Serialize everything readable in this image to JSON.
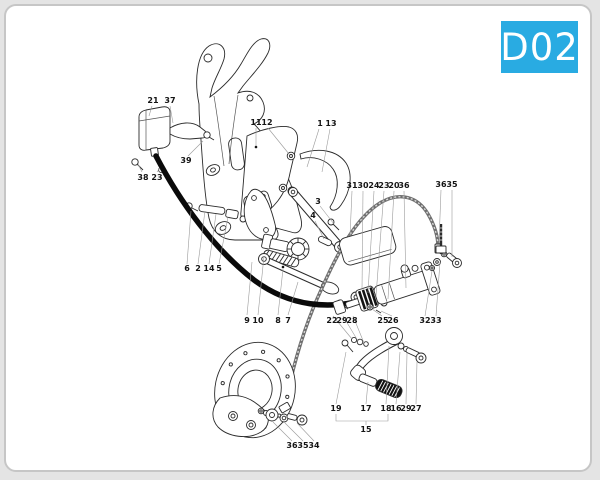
{
  "window": {
    "badge_label": "D02",
    "badge_color": "#29abe2",
    "card_background": "#ffffff",
    "card_border_color": "#c6c6c6",
    "line_color": "#2b2b2b"
  },
  "diagram": {
    "kind": "exploded-parts-line-drawing",
    "subject": "rear-brake-and-footpeg-assembly",
    "labels": [
      {
        "text": "21"
      },
      {
        "text": "37"
      },
      {
        "text": "38"
      },
      {
        "text": "23"
      },
      {
        "text": "39"
      },
      {
        "text": "11"
      },
      {
        "text": "12"
      },
      {
        "text": "1"
      },
      {
        "text": "13"
      },
      {
        "text": "3"
      },
      {
        "text": "4"
      },
      {
        "text": "6"
      },
      {
        "text": "2"
      },
      {
        "text": "14"
      },
      {
        "text": "5"
      },
      {
        "text": "9"
      },
      {
        "text": "10"
      },
      {
        "text": "8"
      },
      {
        "text": "7"
      },
      {
        "text": "22"
      },
      {
        "text": "29"
      },
      {
        "text": "28"
      },
      {
        "text": "25"
      },
      {
        "text": "26"
      },
      {
        "text": "32"
      },
      {
        "text": "33"
      },
      {
        "text": "31"
      },
      {
        "text": "30"
      },
      {
        "text": "24"
      },
      {
        "text": "23"
      },
      {
        "text": "20"
      },
      {
        "text": "36"
      },
      {
        "text": "36"
      },
      {
        "text": "35"
      },
      {
        "text": "19"
      },
      {
        "text": "17"
      },
      {
        "text": "18"
      },
      {
        "text": "16"
      },
      {
        "text": "29"
      },
      {
        "text": "27"
      },
      {
        "text": "15"
      },
      {
        "text": "36"
      },
      {
        "text": "35"
      },
      {
        "text": "34"
      }
    ]
  }
}
